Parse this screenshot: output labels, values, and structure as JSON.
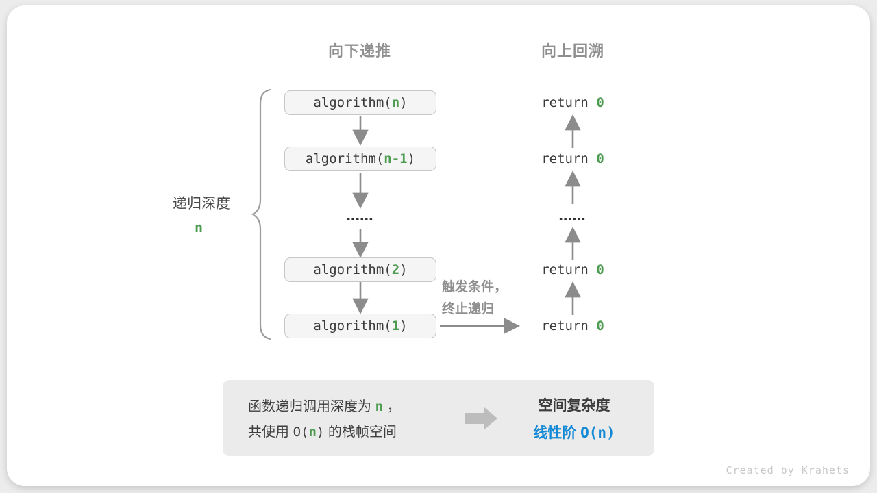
{
  "colors": {
    "accent_green": "#4E9B52",
    "accent_blue": "#1389D6",
    "header_gray": "#8F8F8F",
    "dark_text": "#3A3A3A",
    "arrow_gray": "#8C8C8C",
    "box_bg": "#F5F5F5",
    "box_border": "#C7C7C7",
    "summary_bg": "#EBEBEB",
    "credit_gray": "#C8C8C8"
  },
  "headers": {
    "recurse": "向下递推",
    "backtrack": "向上回溯"
  },
  "depth_label": {
    "text": "递归深度",
    "value": "n"
  },
  "stack": {
    "items": [
      {
        "pre": "algorithm(",
        "arg": "n",
        "post": ")"
      },
      {
        "pre": "algorithm(",
        "arg": "n-1",
        "post": ")"
      },
      {
        "pre": "algorithm(",
        "arg": "2",
        "post": ")"
      },
      {
        "pre": "algorithm(",
        "arg": "1",
        "post": ")"
      }
    ],
    "dots": "••••••"
  },
  "returns": {
    "items": [
      {
        "pre": "return ",
        "val": "0"
      },
      {
        "pre": "return ",
        "val": "0"
      },
      {
        "pre": "return ",
        "val": "0"
      },
      {
        "pre": "return ",
        "val": "0"
      }
    ],
    "dots": "••••••"
  },
  "trigger": {
    "line1": "触发条件，",
    "line2": "终止递归"
  },
  "summary": {
    "line1": {
      "pre": "函数递归调用深度为 ",
      "arg": "n",
      "post": " ，"
    },
    "line2": {
      "pre": "共使用 ",
      "code_pre": "O(",
      "arg": "n",
      "code_post": ")",
      "post": " 的栈帧空间"
    },
    "result_title": "空间复杂度",
    "result_value_zh": "线性阶 ",
    "result_value_code": "O(n)"
  },
  "credit": "Created by Krahets"
}
